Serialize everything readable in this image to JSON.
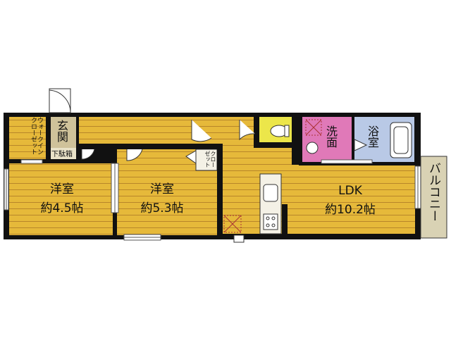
{
  "rooms": {
    "walk_in_closet": "ウォークインクローゼット",
    "entrance": "玄関",
    "shoe_box": "下駄箱",
    "western_room_1": {
      "name": "洋室",
      "size": "約4.5帖"
    },
    "western_room_2": {
      "name": "洋室",
      "size": "約5.3帖"
    },
    "closet": "クローゼット",
    "washroom": "洗面",
    "bathroom": "浴室",
    "ldk": {
      "name": "LDK",
      "size": "約10.2帖"
    },
    "balcony": "バルコニー"
  },
  "colors": {
    "floor_wood": "#e6b93a",
    "floor_line": "#c9922a",
    "toilet": "#ece64a",
    "washroom": "#e079b8",
    "bathroom": "#b9c9e6",
    "entrance": "#cfc29a",
    "balcony": "#d9d2b4",
    "wall": "#111111"
  }
}
